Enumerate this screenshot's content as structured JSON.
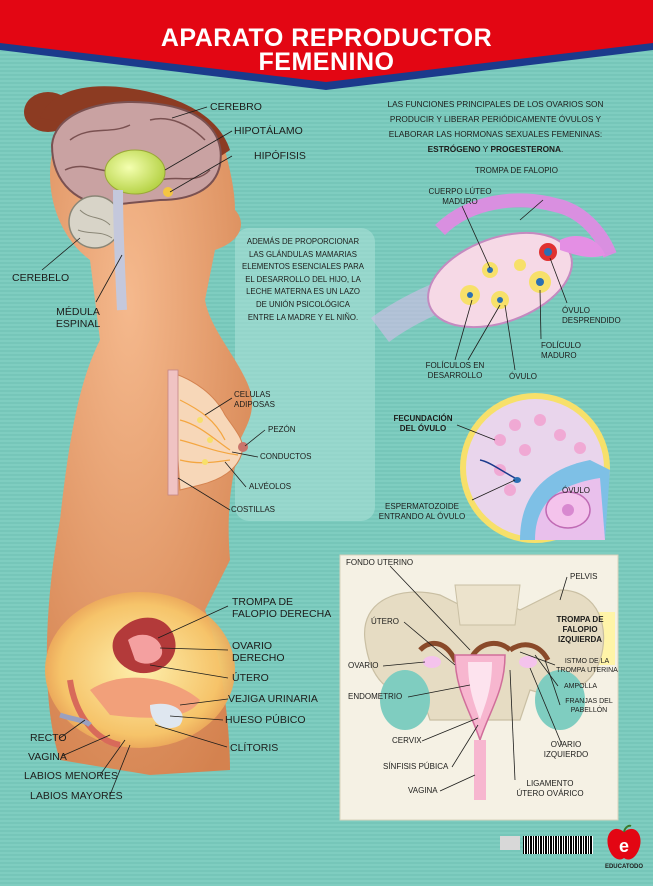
{
  "title": {
    "line1": "APARATO REPRODUCTOR",
    "line2": "FEMENINO"
  },
  "intro": {
    "text": "LAS FUNCIONES PRINCIPALES DE LOS OVARIOS SON PRODUCIR Y LIBERAR PERIÓDICAMENTE ÓVULOS Y ELABORAR LAS HORMONAS SEXUALES FEMENINAS:",
    "hormone1": "ESTRÓGENO",
    "connector": " Y ",
    "hormone2": "PROGESTERONA",
    "end": "."
  },
  "breast_note": "ADEMÁS DE PROPORCIONAR LAS GLÁNDULAS MAMARIAS ELEMENTOS ESENCIALES PARA EL DESARROLLO DEL HIJO, LA LECHE MATERNA ES UN LAZO DE UNIÓN PSICOLÓGICA ENTRE LA MADRE Y EL NIÑO.",
  "head_labels": {
    "cerebro": "CEREBRO",
    "hipotalamo": "HIPOTÁLAMO",
    "hipofisis": "HIPÓFISIS",
    "cerebelo": "CEREBELO",
    "medula_1": "MÉDULA",
    "medula_2": "ESPINAL"
  },
  "breast_labels": {
    "celulas_1": "CELULAS",
    "celulas_2": "ADIPOSAS",
    "pezon": "PEZÓN",
    "conductos": "CONDUCTOS",
    "alveolos": "ALVÉOLOS",
    "costillas": "COSTILLAS"
  },
  "ovary_labels": {
    "trompa": "TROMPA DE FALOPIO",
    "cuerpo_1": "CUERPO LÚTEO",
    "cuerpo_2": "MADURO",
    "ovulo_desp_1": "ÓVULO",
    "ovulo_desp_2": "DESPRENDIDO",
    "foliculo_1": "FOLÍCULO",
    "foliculo_2": "MADURO",
    "foliculos_1": "FOLÍCULOS EN",
    "foliculos_2": "DESARROLLO",
    "ovulo": "ÓVULO"
  },
  "fertilization": {
    "title_1": "FECUNDACIÓN",
    "title_2": "DEL ÓVULO",
    "ovulo": "ÓVULO",
    "esperm_1": "ESPERMATOZOIDE",
    "esperm_2": "ENTRANDO AL ÓVULO"
  },
  "pelvis_side_labels": {
    "trompa_1": "TROMPA DE",
    "trompa_2": "FALOPIO DERECHA",
    "ovario_1": "OVARIO",
    "ovario_2": "DERECHO",
    "utero": "ÚTERO",
    "vejiga": "VEJIGA URINARIA",
    "hueso": "HUESO PÚBICO",
    "clitoris": "CLÍTORIS",
    "recto": "RECTO",
    "vagina": "VAGINA",
    "labios_menores": "LABIOS MENORES",
    "labios_mayores": "LABIOS MAYORES"
  },
  "pelvis_front_labels": {
    "fondo": "FONDO UTERINO",
    "pelvis": "PELVIS",
    "utero": "ÚTERO",
    "trompa_1": "TROMPA DE",
    "trompa_2": "FALOPIO",
    "trompa_3": "IZQUIERDA",
    "ovario": "OVARIO",
    "istmo_1": "ISTMO DE LA",
    "istmo_2": "TROMPA UTERINA",
    "ampolla": "AMPOLLA",
    "franjas_1": "FRANJAS DEL",
    "franjas_2": "PABELLÓN",
    "endometrio": "ENDOMETRIO",
    "cervix": "CERVIX",
    "ovario_izq_1": "OVARIO",
    "ovario_izq_2": "IZQUIERDO",
    "sinfisis": "SÍNFISIS PÚBICA",
    "ligamento_1": "LIGAMENTO",
    "ligamento_2": "ÚTERO OVÁRICO",
    "vagina": "VAGINA"
  },
  "brand": "EDUCATODO",
  "colors": {
    "banner_red": "#e30613",
    "banner_blue": "#1b3a8c",
    "background": "#7fcdc0",
    "skin": "#e69a6d"
  }
}
